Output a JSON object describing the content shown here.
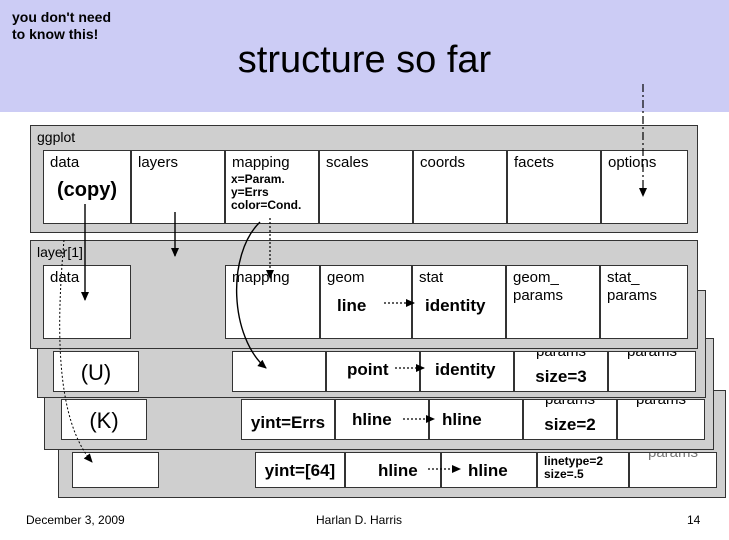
{
  "header": {
    "note": "you don't need\nto know this!",
    "title": "structure so far"
  },
  "ggplot": {
    "label": "ggplot",
    "cells": {
      "data": "data",
      "data_value": "(copy)",
      "layers": "layers",
      "mapping": "mapping",
      "mapping_value": "x=Param.\ny=Errs\ncolor=Cond.",
      "scales": "scales",
      "coords": "coords",
      "facets": "facets",
      "options": "options"
    }
  },
  "layer1": {
    "label": "layer[1]",
    "cells": {
      "data": "data",
      "mapping": "mapping",
      "geom": "geom",
      "geom_value": "line",
      "stat": "stat",
      "stat_value": "identity",
      "geom_params": "geom_\nparams",
      "stat_params": "stat_\nparams"
    }
  },
  "layer2": {
    "data_value": "(U)",
    "geom_value": "point",
    "stat_value": "identity",
    "params_cut": "params",
    "params_value": "size=3",
    "params_cut2": "params"
  },
  "layer3": {
    "data_value": "(K)",
    "mapping_value": "yint=Errs",
    "geom_value": "hline",
    "stat_value": "hline",
    "params_cut": "params",
    "params_value": "size=2",
    "params_cut2": "params"
  },
  "layer4": {
    "mapping_value": "yint=[64]",
    "geom_value": "hline",
    "stat_value": "hline",
    "params_value": "linetype=2\nsize=.5",
    "params_cut2": "params"
  },
  "footer": {
    "date": "December 3, 2009",
    "author": "Harlan D. Harris",
    "page": "14"
  },
  "colors": {
    "header_bg": "#ccccf5",
    "panel_bg": "#cfcfcf",
    "cell_bg": "#ffffff"
  }
}
